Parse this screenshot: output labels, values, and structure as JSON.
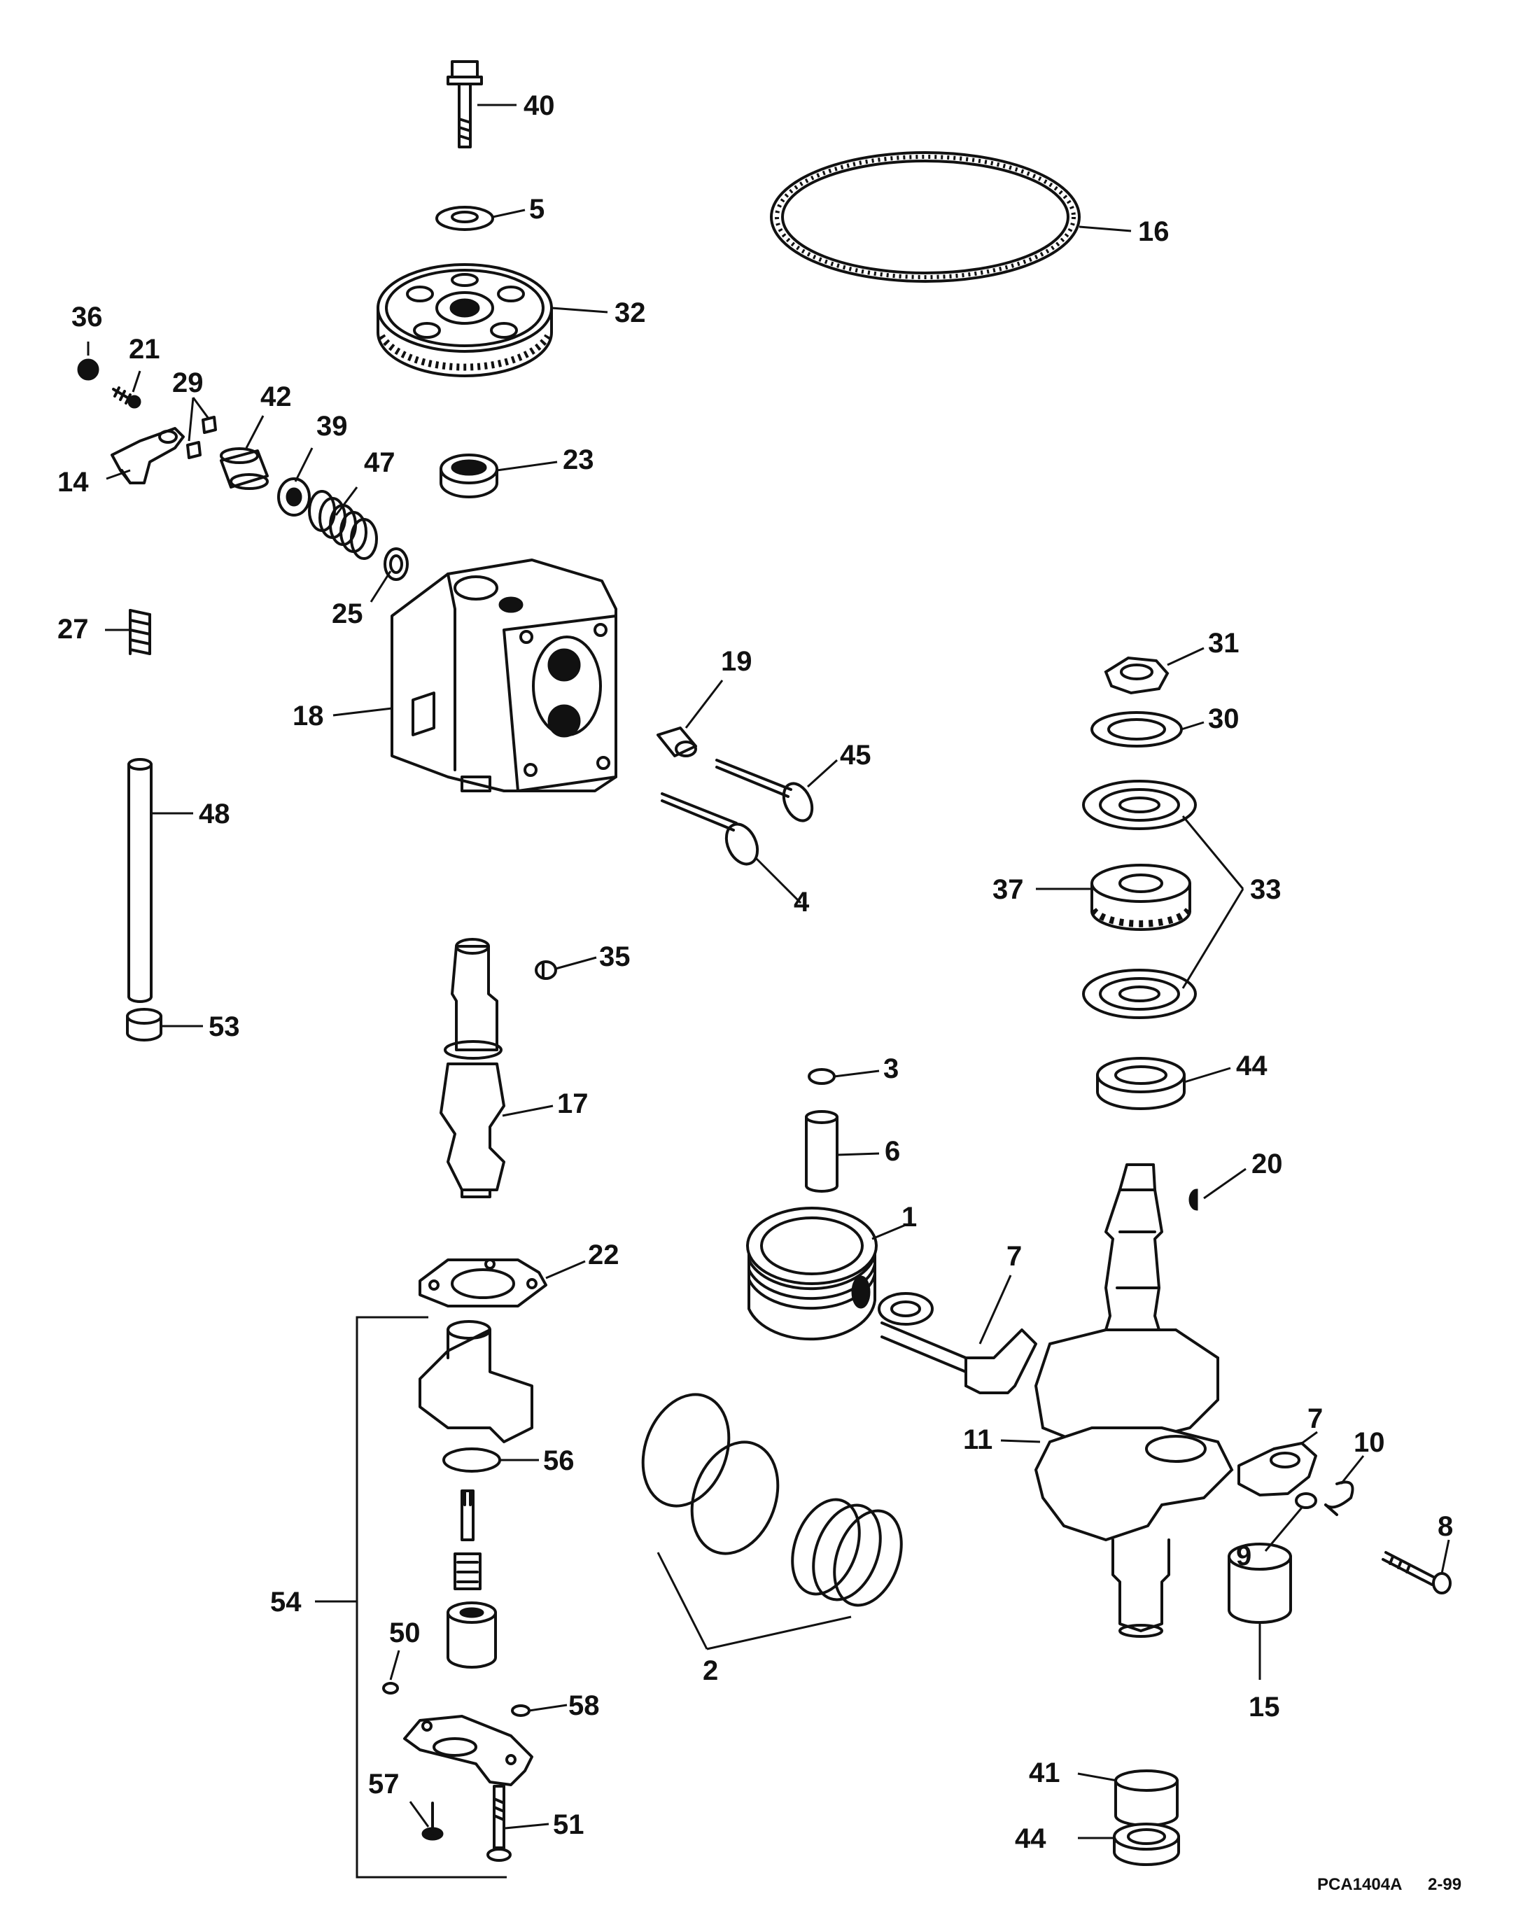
{
  "diagram": {
    "reference_code": "PCA1404A",
    "revision_date": "2-99",
    "callouts": [
      {
        "id": "40",
        "label": "40"
      },
      {
        "id": "5",
        "label": "5"
      },
      {
        "id": "16",
        "label": "16"
      },
      {
        "id": "32",
        "label": "32"
      },
      {
        "id": "36",
        "label": "36"
      },
      {
        "id": "21",
        "label": "21"
      },
      {
        "id": "29",
        "label": "29"
      },
      {
        "id": "42",
        "label": "42"
      },
      {
        "id": "39",
        "label": "39"
      },
      {
        "id": "47",
        "label": "47"
      },
      {
        "id": "23",
        "label": "23"
      },
      {
        "id": "14",
        "label": "14"
      },
      {
        "id": "25",
        "label": "25"
      },
      {
        "id": "27",
        "label": "27"
      },
      {
        "id": "18",
        "label": "18"
      },
      {
        "id": "19",
        "label": "19"
      },
      {
        "id": "45",
        "label": "45"
      },
      {
        "id": "4",
        "label": "4"
      },
      {
        "id": "31",
        "label": "31"
      },
      {
        "id": "30",
        "label": "30"
      },
      {
        "id": "33",
        "label": "33"
      },
      {
        "id": "37",
        "label": "37"
      },
      {
        "id": "48",
        "label": "48"
      },
      {
        "id": "35",
        "label": "35"
      },
      {
        "id": "53",
        "label": "53"
      },
      {
        "id": "17",
        "label": "17"
      },
      {
        "id": "3",
        "label": "3"
      },
      {
        "id": "44a",
        "label": "44"
      },
      {
        "id": "6",
        "label": "6"
      },
      {
        "id": "20",
        "label": "20"
      },
      {
        "id": "1",
        "label": "1"
      },
      {
        "id": "7a",
        "label": "7"
      },
      {
        "id": "22",
        "label": "22"
      },
      {
        "id": "11",
        "label": "11"
      },
      {
        "id": "7b",
        "label": "7"
      },
      {
        "id": "10",
        "label": "10"
      },
      {
        "id": "56",
        "label": "56"
      },
      {
        "id": "8",
        "label": "8"
      },
      {
        "id": "9",
        "label": "9"
      },
      {
        "id": "54",
        "label": "54"
      },
      {
        "id": "2",
        "label": "2"
      },
      {
        "id": "50",
        "label": "50"
      },
      {
        "id": "15",
        "label": "15"
      },
      {
        "id": "58",
        "label": "58"
      },
      {
        "id": "41",
        "label": "41"
      },
      {
        "id": "57",
        "label": "57"
      },
      {
        "id": "51",
        "label": "51"
      },
      {
        "id": "44b",
        "label": "44"
      }
    ]
  }
}
